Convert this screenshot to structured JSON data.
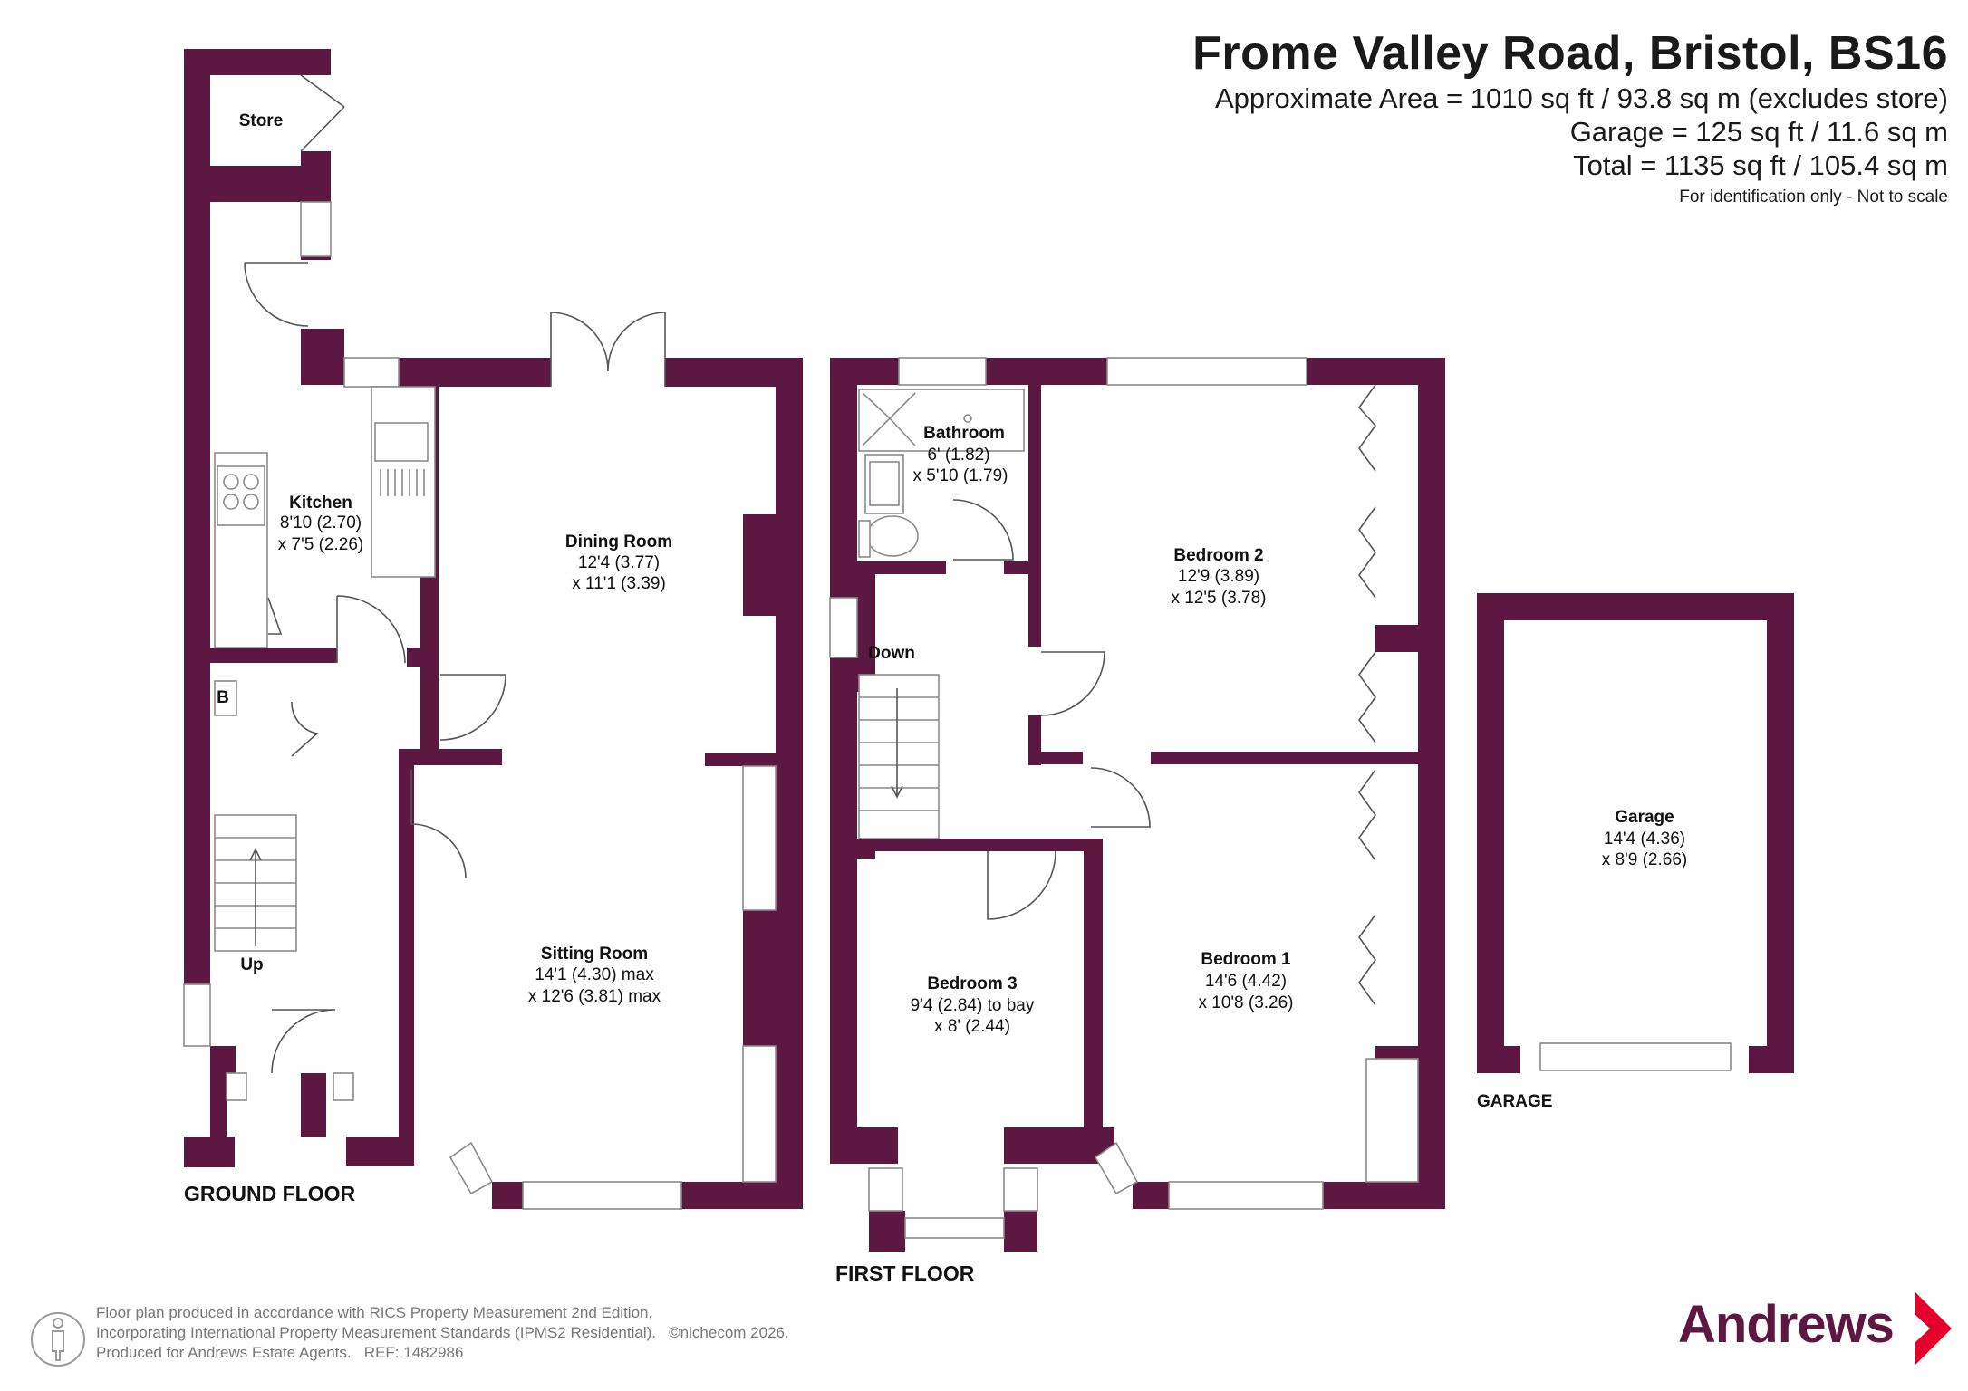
{
  "header": {
    "title": "Frome Valley Road, Bristol, BS16",
    "area_line": "Approximate Area = 1010 sq ft / 93.8 sq m (excludes store)",
    "garage_line": "Garage = 125 sq ft / 11.6 sq m",
    "total_line": "Total = 1135 sq ft / 105.4 sq m",
    "disclaimer": "For identification only - Not to scale"
  },
  "ground_floor": {
    "label": "GROUND FLOOR",
    "rooms": {
      "store": {
        "name": "Store"
      },
      "kitchen": {
        "name": "Kitchen",
        "dim1": "8'10 (2.70)",
        "dim2": "x 7'5 (2.26)"
      },
      "dining": {
        "name": "Dining Room",
        "dim1": "12'4 (3.77)",
        "dim2": "x 11'1 (3.39)"
      },
      "sitting": {
        "name": "Sitting Room",
        "dim1": "14'1 (4.30) max",
        "dim2": "x 12'6 (3.81) max"
      }
    },
    "boiler_label": "B",
    "stairs_label": "Up"
  },
  "first_floor": {
    "label": "FIRST FLOOR",
    "rooms": {
      "bathroom": {
        "name": "Bathroom",
        "dim1": "6' (1.82)",
        "dim2": "x 5'10 (1.79)"
      },
      "bedroom2": {
        "name": "Bedroom 2",
        "dim1": "12'9 (3.89)",
        "dim2": "x 12'5 (3.78)"
      },
      "bedroom3": {
        "name": "Bedroom 3",
        "dim1": "9'4 (2.84) to bay",
        "dim2": "x 8' (2.44)"
      },
      "bedroom1": {
        "name": "Bedroom 1",
        "dim1": "14'6 (4.42)",
        "dim2": "x 10'8 (3.26)"
      }
    },
    "stairs_label": "Down"
  },
  "garage": {
    "label": "GARAGE",
    "name": "Garage",
    "dim1": "14'4 (4.36)",
    "dim2": "x 8'9 (2.66)"
  },
  "footer": {
    "line1": "Floor plan produced in accordance with RICS Property Measurement 2nd Edition,",
    "line2": "Incorporating International Property Measurement Standards (IPMS2 Residential).",
    "copyright": "©nichecom 2026.",
    "line3": "Produced for Andrews Estate Agents.",
    "ref": "REF:  1482986"
  },
  "brand": {
    "name": "Andrews",
    "color": "#5c1840",
    "accent": "#e4002b"
  },
  "colors": {
    "wall": "#5c1840"
  }
}
